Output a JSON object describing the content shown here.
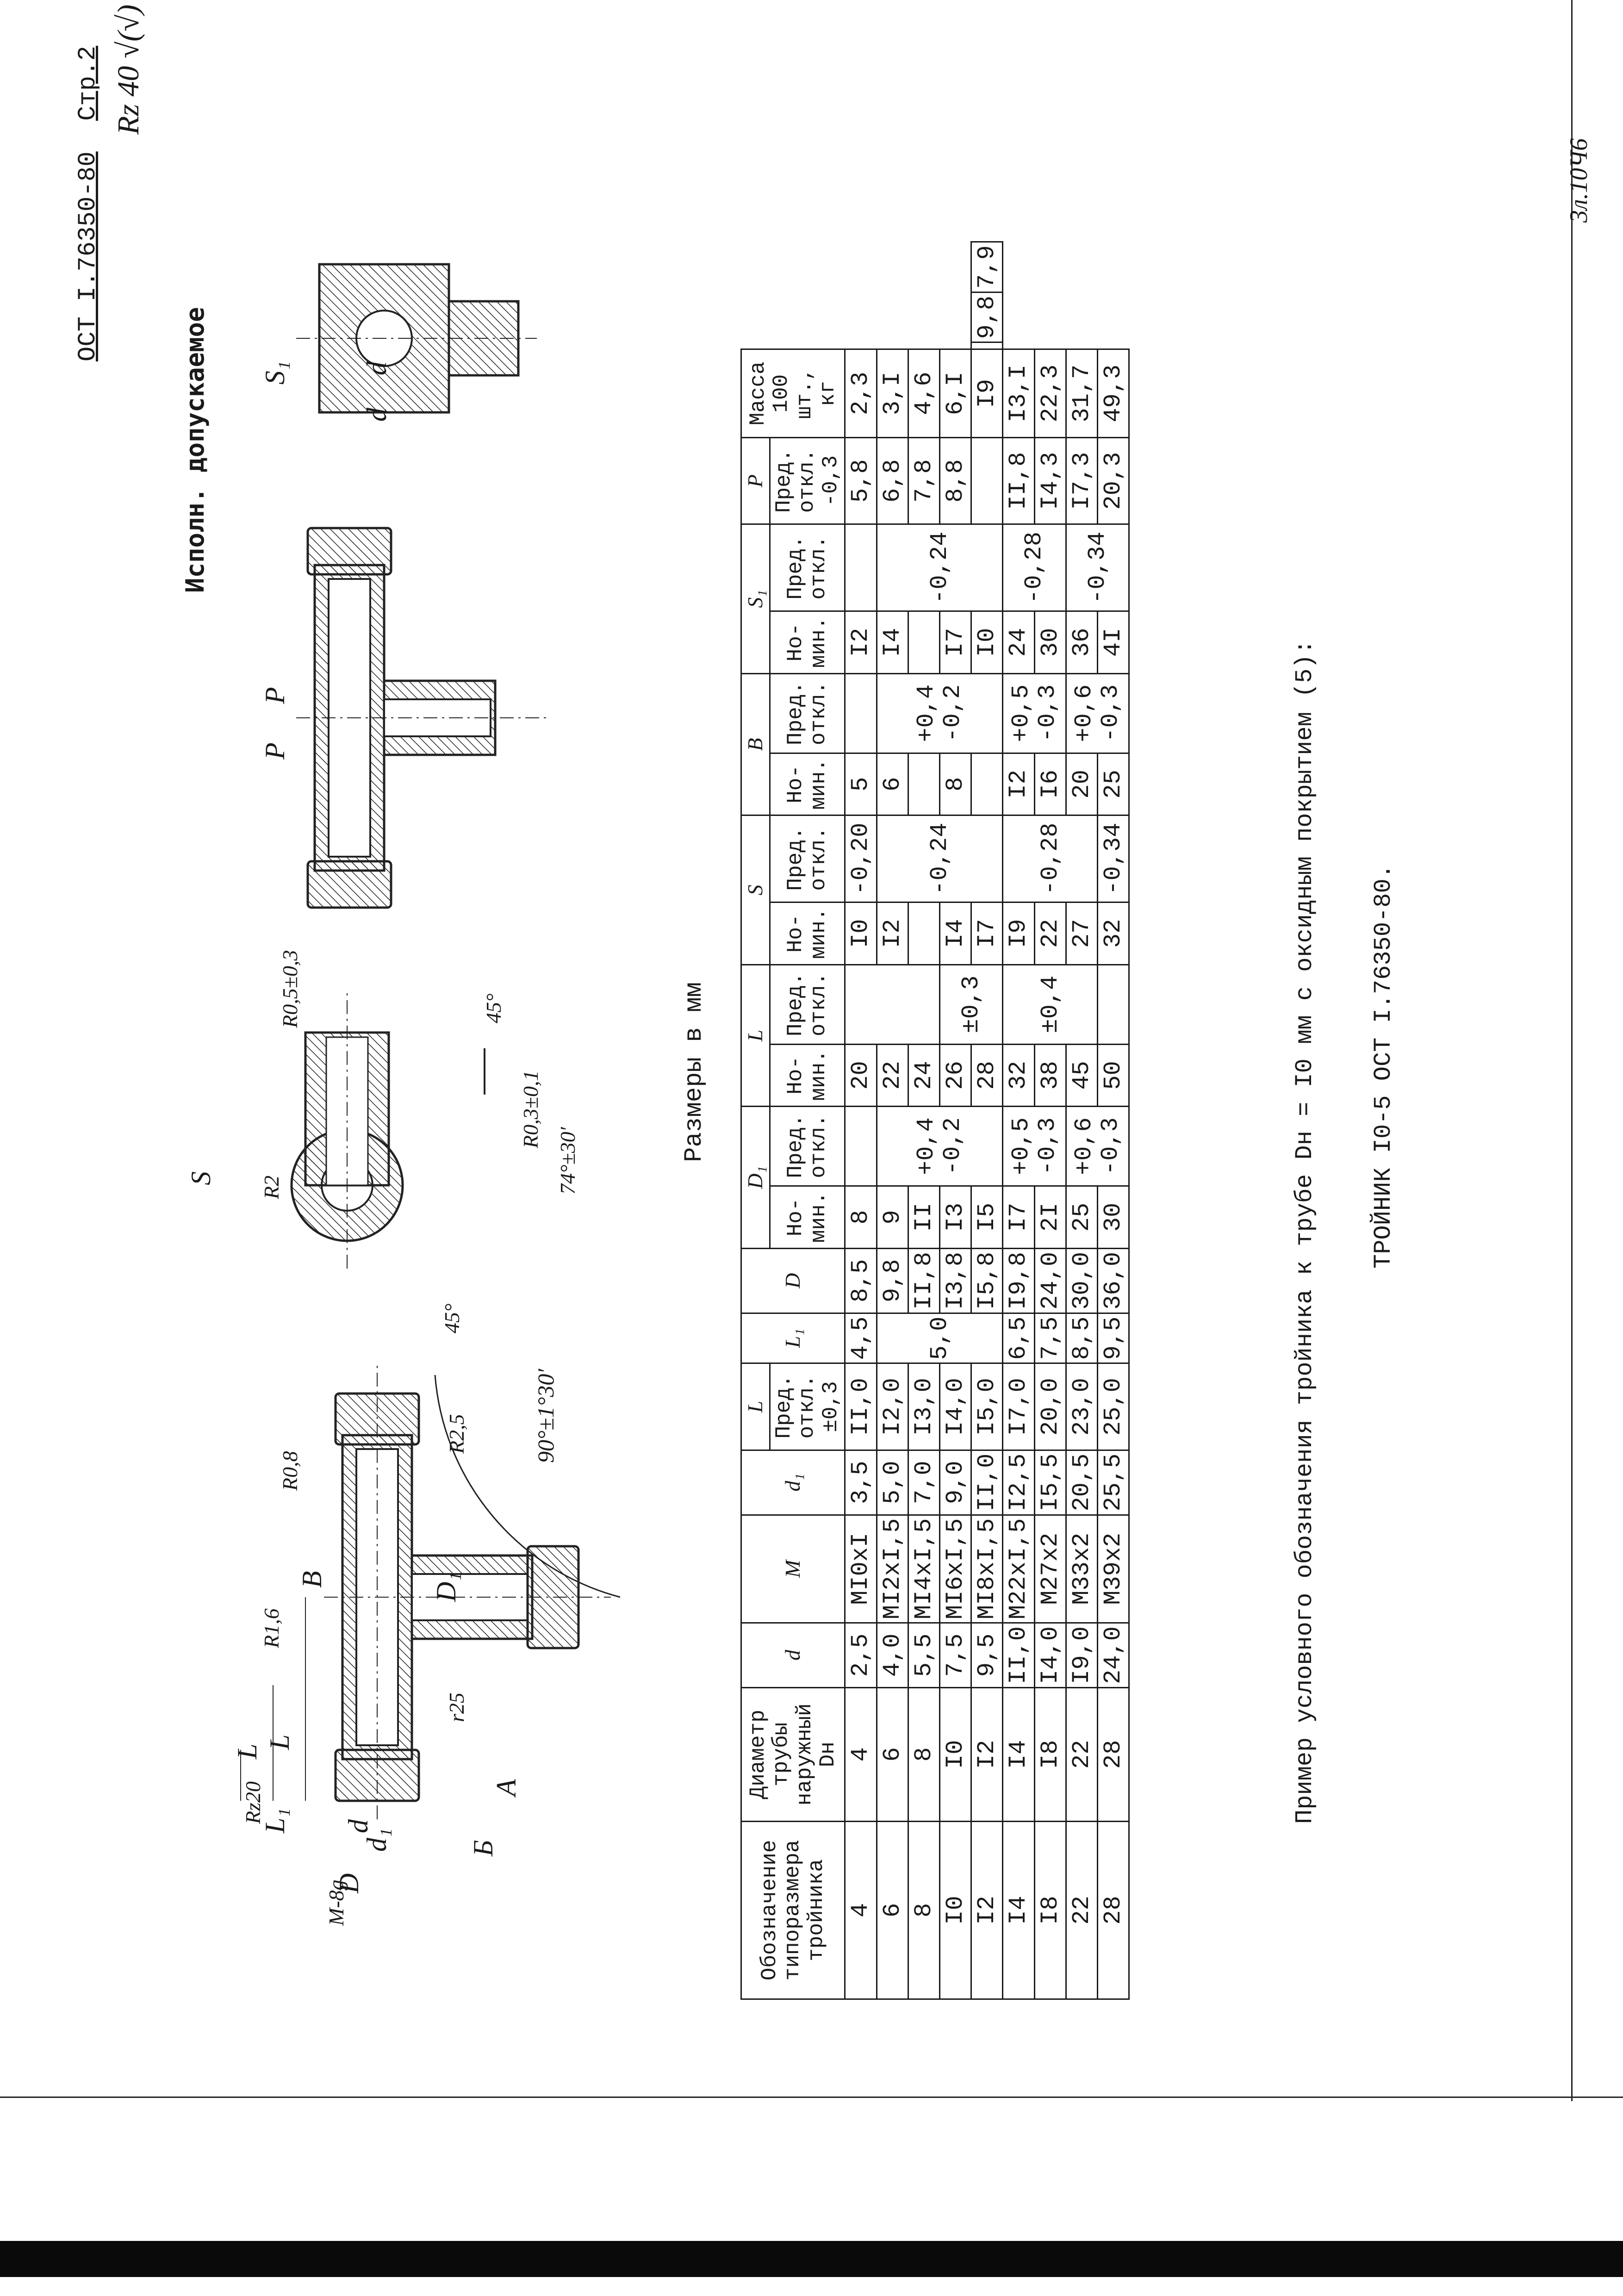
{
  "header": {
    "standard": "ОСТ I.76350-80",
    "page": "Стр.2",
    "roughness": "Rz 40"
  },
  "drawing": {
    "variant_label": "Исполн. допускаемое",
    "labels": {
      "main": [
        "L",
        "L",
        "L₁",
        "R1,6",
        "R0,8",
        "R2,5",
        "B",
        "D₁",
        "r25",
        "A",
        "Б",
        "d",
        "d₁",
        "D",
        "Rz20",
        "M-8g",
        "90°±1°30′"
      ],
      "section_a": [
        "S",
        "R2",
        "R0,5±0,3",
        "45°",
        "R0,3±0,1",
        "74°±30′",
        "45°"
      ],
      "tee_p": [
        "P",
        "P"
      ],
      "s1_view": [
        "S₁",
        "d",
        "d"
      ]
    }
  },
  "table": {
    "caption": "Размеры в мм",
    "headers": {
      "designation": "Обозначение типоразмера тройника",
      "pipe_d": "Диаметр трубы наружный Dн",
      "d": "d",
      "M": "M",
      "d1": "d₁",
      "L": "L",
      "L_tol": "Пред. откл. ±0,3",
      "L1": "L₁",
      "D": "D",
      "D1": "D₁",
      "L2": "L",
      "S": "S",
      "B": "B",
      "S1": "S₁",
      "P": "P",
      "P_tol": "Пред. откл. -0,3",
      "mass": "Масса 100 шт., кг",
      "nom": "Но-мин.",
      "tol": "Пред. откл."
    },
    "rows": [
      {
        "des": "4",
        "dn": "4",
        "d": "2,5",
        "m": "MI0xI",
        "d1": "3,5",
        "l": "II,0",
        "l1": "4,5",
        "D": "8,5",
        "D1n": "8",
        "Ln": "20",
        "Sn": "I0",
        "Bn": "5",
        "S1n": "I2",
        "P": "5,8",
        "mass": "2,3"
      },
      {
        "des": "6",
        "dn": "6",
        "d": "4,0",
        "m": "MI2xI,5",
        "d1": "5,0",
        "l": "I2,0",
        "l1": "",
        "D": "9,8",
        "D1n": "9",
        "Ln": "22",
        "Sn": "I2",
        "Bn": "6",
        "S1n": "I4",
        "P": "6,8",
        "mass": "3,I"
      },
      {
        "des": "8",
        "dn": "8",
        "d": "5,5",
        "m": "MI4xI,5",
        "d1": "7,0",
        "l": "I3,0",
        "l1": "",
        "D": "II,8",
        "D1n": "II",
        "Ln": "24",
        "Sn": "",
        "Bn": "",
        "S1n": "",
        "P": "7,8",
        "mass": "4,6"
      },
      {
        "des": "I0",
        "dn": "I0",
        "d": "7,5",
        "m": "MI6xI,5",
        "d1": "9,0",
        "l": "I4,0",
        "l1": "5,0",
        "D": "I3,8",
        "D1n": "I3",
        "Ln": "26",
        "Sn": "I4",
        "Bn": "8",
        "S1n": "I7",
        "P": "8,8",
        "mass": "6,I"
      },
      {
        "des": "I2",
        "dn": "I2",
        "d": "9,5",
        "m": "MI8xI,5",
        "d1": "II,0",
        "l": "I5,0",
        "l1": "",
        "D": "I5,8",
        "D1n": "I5",
        "Ln": "28",
        "Sn": "I7",
        "Bn": "I0",
        "S1n": "I9",
        "P": "9,8",
        "mass": "7,9"
      },
      {
        "des": "I4",
        "dn": "I4",
        "d": "II,0",
        "m": "M22xI,5",
        "d1": "I2,5",
        "l": "I7,0",
        "l1": "6,5",
        "D": "I9,8",
        "D1n": "I7",
        "Ln": "32",
        "Sn": "I9",
        "Bn": "I2",
        "S1n": "24",
        "P": "II,8",
        "mass": "I3,I"
      },
      {
        "des": "I8",
        "dn": "I8",
        "d": "I4,0",
        "m": "M27x2",
        "d1": "I5,5",
        "l": "20,0",
        "l1": "7,5",
        "D": "24,0",
        "D1n": "2I",
        "Ln": "38",
        "Sn": "22",
        "Bn": "I6",
        "S1n": "30",
        "P": "I4,3",
        "mass": "22,3"
      },
      {
        "des": "22",
        "dn": "22",
        "d": "I9,0",
        "m": "M33x2",
        "d1": "20,5",
        "l": "23,0",
        "l1": "8,5",
        "D": "30,0",
        "D1n": "25",
        "Ln": "45",
        "Sn": "27",
        "Bn": "20",
        "S1n": "36",
        "P": "I7,3",
        "mass": "31,7"
      },
      {
        "des": "28",
        "dn": "28",
        "d": "24,0",
        "m": "M39x2",
        "d1": "25,5",
        "l": "25,0",
        "l1": "9,5",
        "D": "36,0",
        "D1n": "30",
        "Ln": "50",
        "Sn": "32",
        "Bn": "25",
        "S1n": "4I",
        "P": "20,3",
        "mass": "49,3"
      }
    ],
    "merged_tol": {
      "D1_a": "+0,4 -0,2",
      "D1_b": "+0,5 -0,3",
      "D1_c": "+0,6 -0,3",
      "L_a": "±0,3",
      "L_b": "±0,4",
      "S_a": "-0,20",
      "S_b": "-0,24",
      "S_c": "-0,28",
      "S_d": "-0,34",
      "B_a": "+0,4 -0,2",
      "B_b": "+0,5 -0,3",
      "B_c": "+0,6 -0,3",
      "S1_a": "-0,24",
      "S1_b": "-0,28",
      "S1_c": "-0,34"
    }
  },
  "example": {
    "line1": "Пример условного обозначения тройника к трубе Dн = I0 мм  с оксидным покрытием  (5):",
    "line2": "ТРОЙНИК  I0-5  ОСТ I.76350-80."
  },
  "margin_note": "3л.10Ч6"
}
